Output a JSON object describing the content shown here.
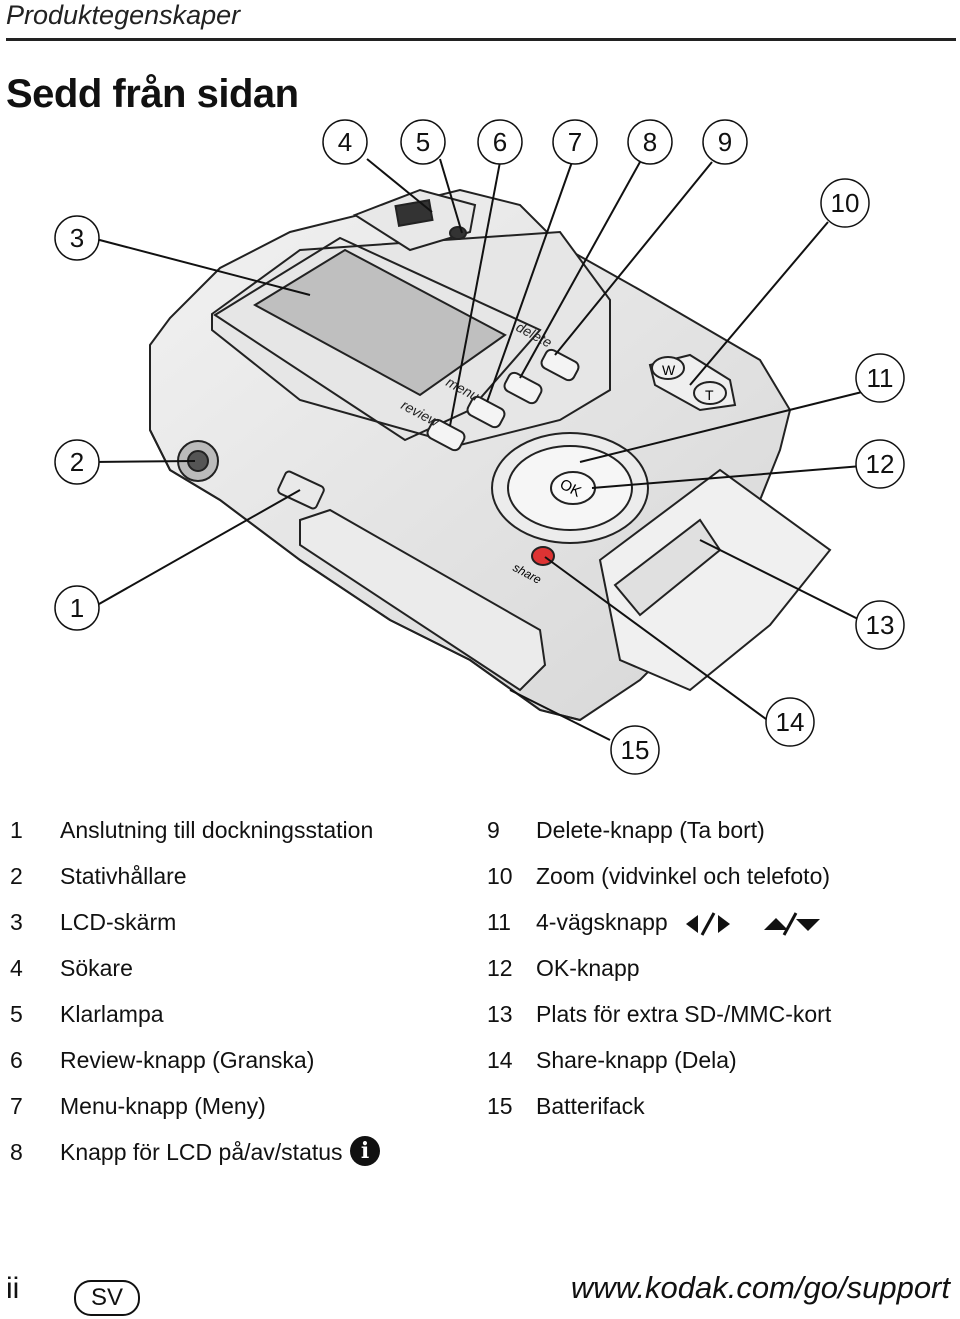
{
  "header": {
    "title": "Produktegenskaper"
  },
  "section": {
    "title": "Sedd från sidan"
  },
  "callouts": [
    "1",
    "2",
    "3",
    "4",
    "5",
    "6",
    "7",
    "8",
    "9",
    "10",
    "11",
    "12",
    "13",
    "14",
    "15"
  ],
  "camera_labels": {
    "delete": "delete",
    "menu": "menu",
    "review": "review",
    "ok": "OK",
    "share": "share",
    "w": "W",
    "t": "T"
  },
  "legend_left": [
    {
      "num": "1",
      "text": "Anslutning till dockningsstation"
    },
    {
      "num": "2",
      "text": "Stativhållare"
    },
    {
      "num": "3",
      "text": "LCD-skärm"
    },
    {
      "num": "4",
      "text": "Sökare"
    },
    {
      "num": "5",
      "text": "Klarlampa"
    },
    {
      "num": "6",
      "text": "Review-knapp (Granska)"
    },
    {
      "num": "7",
      "text": "Menu-knapp (Meny)"
    },
    {
      "num": "8",
      "text": "Knapp för LCD på/av/status"
    }
  ],
  "legend_right": [
    {
      "num": "9",
      "text": "Delete-knapp (Ta bort)"
    },
    {
      "num": "10",
      "text": "Zoom (vidvinkel och telefoto)"
    },
    {
      "num": "11",
      "text": "4-vägsknapp"
    },
    {
      "num": "12",
      "text": "OK-knapp"
    },
    {
      "num": "13",
      "text": "Plats för extra SD-/MMC-kort"
    },
    {
      "num": "14",
      "text": "Share-knapp (Dela)"
    },
    {
      "num": "15",
      "text": "Batterifack"
    }
  ],
  "info_icon": {
    "glyph": "i",
    "icon": "info-icon"
  },
  "footer": {
    "page": "ii",
    "lang": "SV",
    "url": "www.kodak.com/go/support"
  }
}
